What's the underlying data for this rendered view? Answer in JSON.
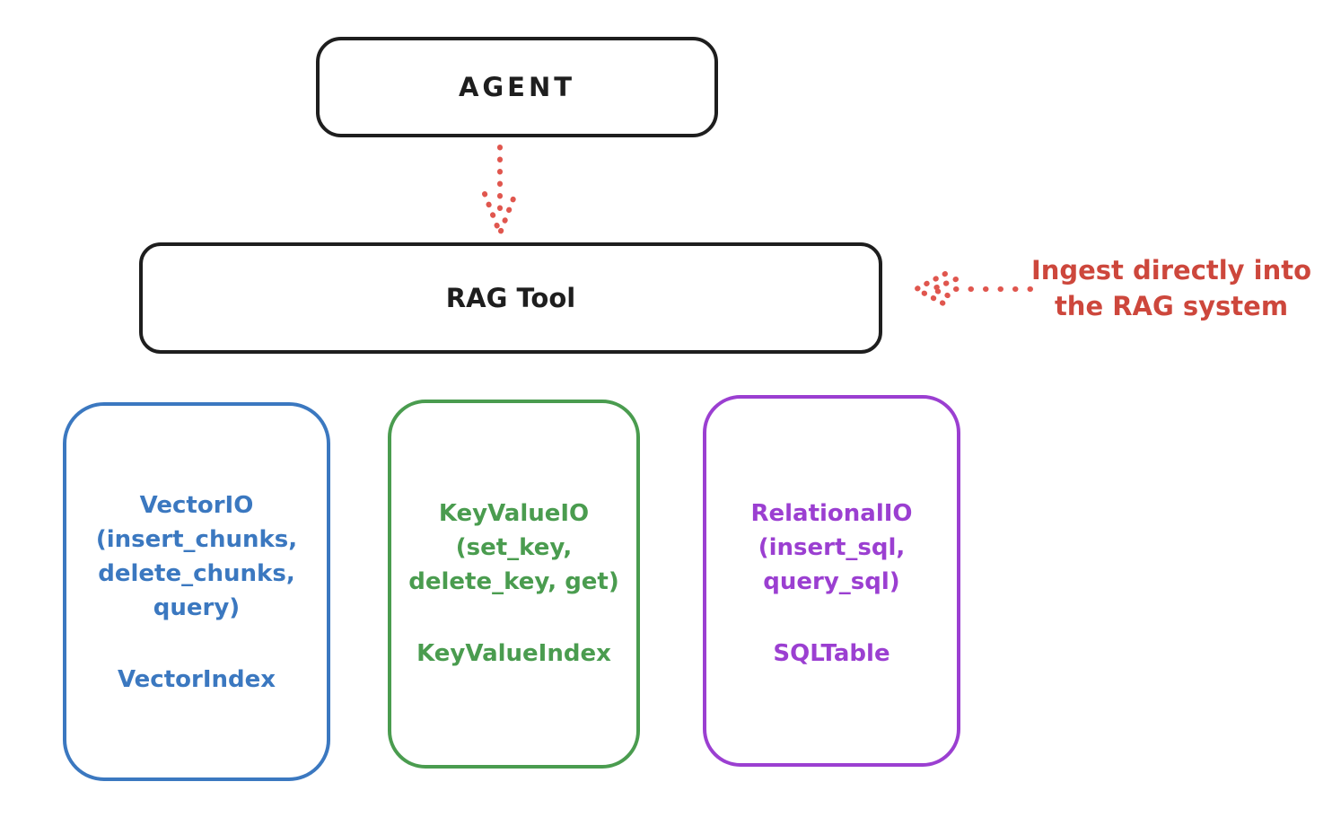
{
  "canvas": {
    "background": "#ffffff",
    "stroke_dark": "#1e1e1e"
  },
  "agent_box": {
    "label": "AGENT"
  },
  "rag_tool_box": {
    "label": "RAG Tool"
  },
  "annotation": {
    "line1": "Ingest directly into",
    "line2": "the RAG system",
    "color": "#cd473c"
  },
  "arrows": {
    "agent_to_rag": {
      "direction": "down",
      "style": "dotted",
      "color": "#e0564e"
    },
    "annotation_to_rag": {
      "direction": "left",
      "style": "dotted",
      "color": "#e0564e"
    }
  },
  "io_boxes": [
    {
      "id": "vector-io",
      "color": "#3b78c0",
      "method_lines": [
        "VectorIO",
        "(insert_chunks,",
        "delete_chunks,",
        "query)"
      ],
      "index_label": "VectorIndex"
    },
    {
      "id": "keyvalue-io",
      "color": "#4a9c4f",
      "method_lines": [
        "KeyValueIO",
        "(set_key,",
        "delete_key, get)"
      ],
      "index_label": "KeyValueIndex"
    },
    {
      "id": "relational-io",
      "color": "#9b3fd1",
      "method_lines": [
        "RelationalIO",
        "(insert_sql,",
        "query_sql)"
      ],
      "index_label": "SQLTable"
    }
  ]
}
